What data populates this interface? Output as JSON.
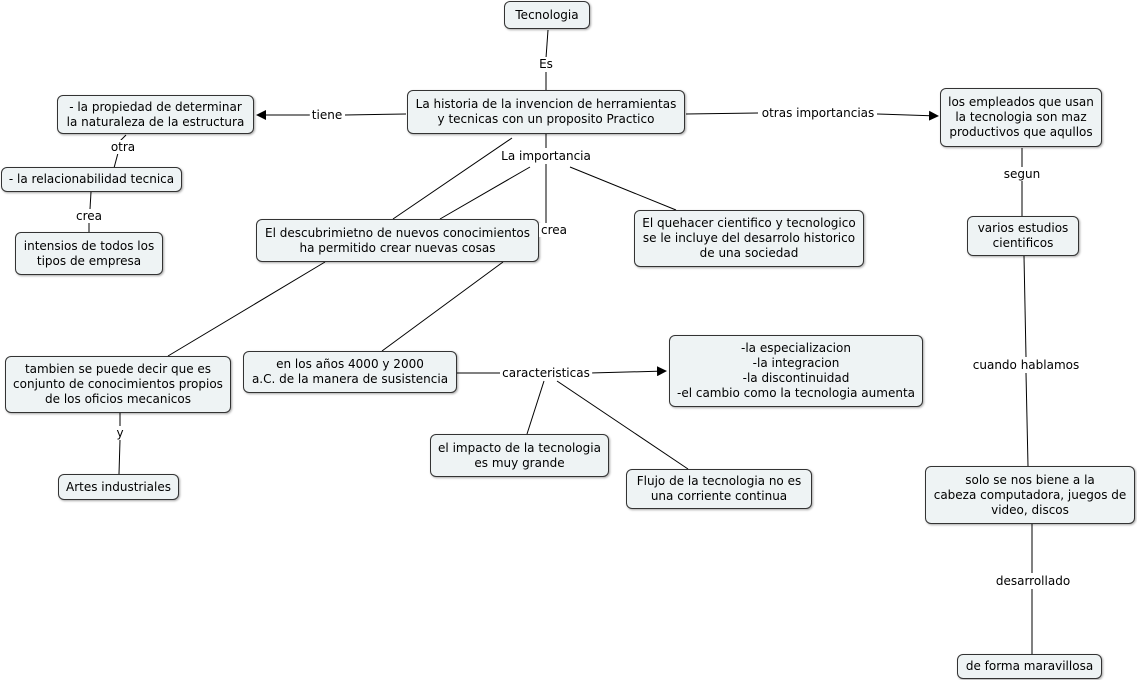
{
  "nodes": {
    "tecnologia": "Tecnologia",
    "historia": "La historia de la invencion de herramientas\ny tecnicas con un proposito Practico",
    "propiedad": "- la propiedad de determinar\nla naturaleza de la estructura",
    "relacionabilidad": "- la relacionabilidad tecnica",
    "intensivos": "intensios de todos los\ntipos de empresa",
    "descubrimiento": "El descubrimietno de nuevos conocimientos\nha permitido crear nuevas cosas",
    "quehacer": "El quehacer cientifico y tecnologico\nse le incluye del desarrolo historico\nde una sociedad",
    "empleados": "los empleados que usan\nla tecnologia son maz\nproductivos que aqullos",
    "estudios": "varios estudios\ncientificos",
    "tambien": "tambien se puede decir que es\nconjunto de conocimientos propios\nde los oficios mecanicos",
    "artes": "Artes industriales",
    "anos": "en los años 4000 y 2000\na.C. de la manera de susistencia",
    "especializacion": "-la especializacion\n-la integracion\n-la discontinuidad\n-el cambio como la tecnologia aumenta",
    "impacto": "el impacto de la tecnologia\nes muy grande",
    "flujo": "Flujo de la tecnologia no es\nuna corriente continua",
    "solo": "solo se nos biene a la\ncabeza computadora, juegos de\nvideo, discos",
    "maravillosa": "de forma maravillosa"
  },
  "labels": {
    "es": "Es",
    "tiene": "tiene",
    "otras": "otras importancias",
    "importancia": "La importancia",
    "crea_center": "crea",
    "otra": "otra",
    "crea_left": "crea",
    "segun": "segun",
    "cuando": "cuando hablamos",
    "caracteristicas": "caracteristicas",
    "y": "y",
    "desarrollado": "desarrollado"
  }
}
